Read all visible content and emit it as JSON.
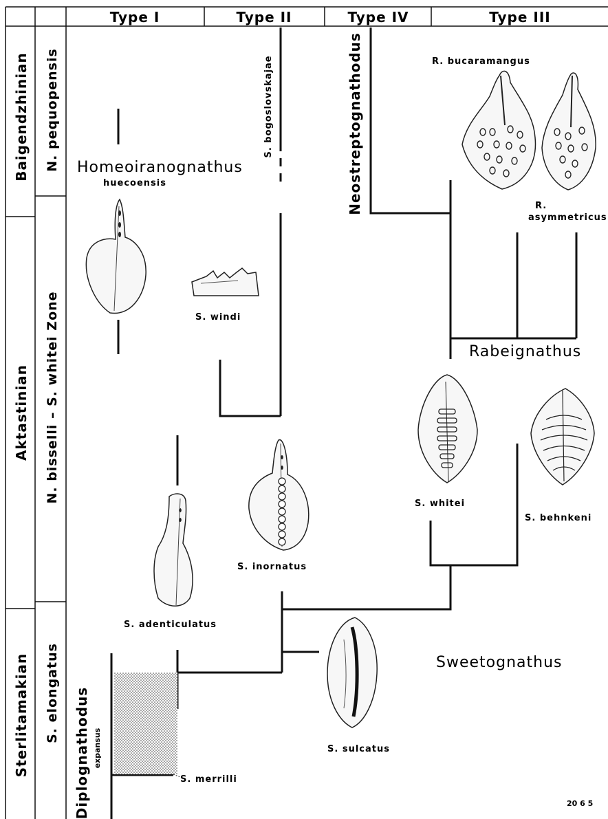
{
  "columns": {
    "type1": "Type I",
    "type2": "Type II",
    "type4": "Type IV",
    "type3": "Type III"
  },
  "stages": {
    "baigendzhinian": "Baigendzhinian",
    "aktastinian": "Aktastinian",
    "sterlitamakian": "Sterlitamakian"
  },
  "zones": {
    "pequopensis": "N. pequopensis",
    "bisselli_whitei": "N. bisselli – S. whitei Zone",
    "elongatus": "S. elongatus"
  },
  "genera": {
    "homeoiranognathus": "Homeoiranognathus",
    "neostreptognathodus": "Neostreptognathodus",
    "rabeignathus": "Rabeignathus",
    "sweetognathus": "Sweetognathus",
    "diplognathodus": "Diplognathodus"
  },
  "taxa": {
    "huecoensis": "huecoensis",
    "bogoslovskajae": "S. bogoslovskajae",
    "bucaramangus": "R. bucaramangus",
    "asymmetricus_r": "R.",
    "asymmetricus": "asymmetricus",
    "windi": "S. windi",
    "whitei": "S. whitei",
    "behnkeni": "S. behnkeni",
    "inornatus": "S. inornatus",
    "adenticulatus": "S. adenticulatus",
    "sulcatus": "S. sulcatus",
    "merrilli": "S. merrilli",
    "expansus": "expansus"
  },
  "figure_code": "20 6 5"
}
